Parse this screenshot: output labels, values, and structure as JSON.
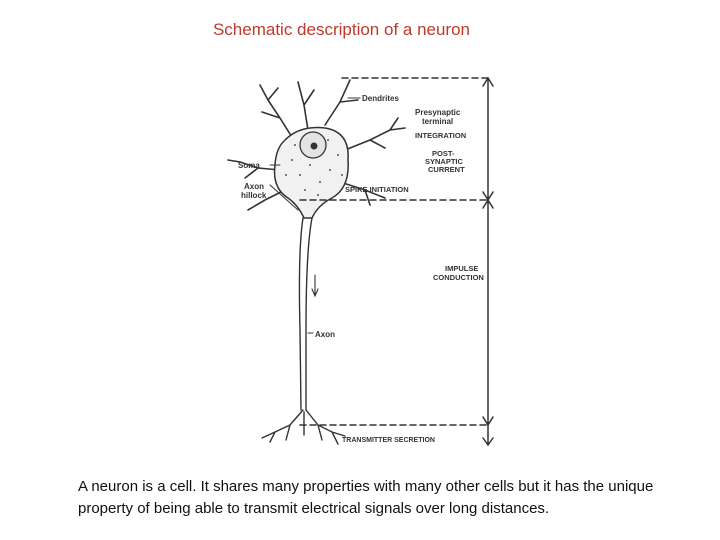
{
  "slide": {
    "title": "Schematic description of a neuron",
    "caption": "A neuron is a cell. It shares many properties with many other cells but it has the unique property of being able to transmit electrical signals over long distances."
  },
  "diagram": {
    "labels": {
      "dendrites": "Dendrites",
      "presynaptic_line1": "Presynaptic",
      "presynaptic_line2": "terminal",
      "soma": "Soma",
      "axon_hillock_line1": "Axon",
      "axon_hillock_line2": "hillock",
      "axon": "Axon"
    },
    "zones": {
      "integration": "INTEGRATION",
      "post_synaptic_line1": "POST-",
      "post_synaptic_line2": "SYNAPTIC",
      "post_synaptic_line3": "CURRENT",
      "spike_initiation": "SPIKE INITIATION",
      "impulse_line1": "IMPULSE",
      "impulse_line2": "CONDUCTION",
      "transmitter_secretion": "TRANSMITTER SECRETION"
    }
  },
  "colors": {
    "title": "#c0392b",
    "ink": "#333333"
  }
}
